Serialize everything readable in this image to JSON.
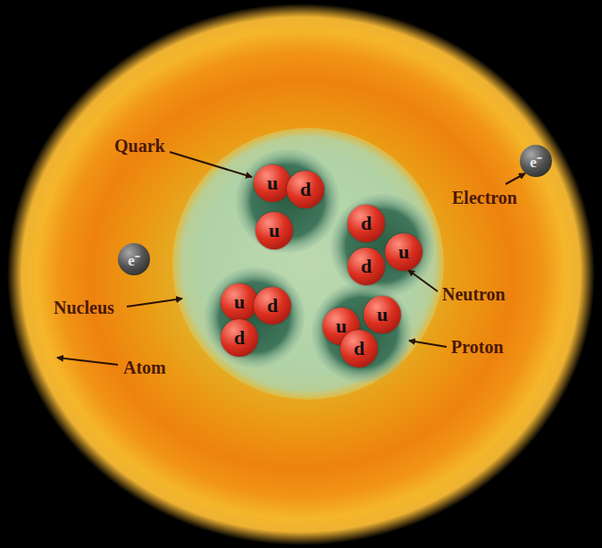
{
  "diagram": {
    "nodes": [
      {
        "text": [
          "Atom"
        ]
      },
      {
        "text": [
          "Nucleus"
        ],
        "in": 0
      },
      {
        "text": [
          "u"
        ],
        "in": 1
      },
      {
        "text": [
          "d"
        ],
        "in": 1
      },
      {
        "text": [
          "u"
        ],
        "in": 1
      },
      {
        "text": [
          "d"
        ],
        "in": 1
      },
      {
        "text": [
          "u"
        ],
        "in": 1
      },
      {
        "text": [
          "d"
        ],
        "in": 1
      },
      {
        "text": [
          "u"
        ],
        "in": 1
      },
      {
        "text": [
          "d"
        ],
        "in": 1
      },
      {
        "text": [
          "d"
        ],
        "in": 1
      },
      {
        "text": [
          "u"
        ],
        "in": 1
      },
      {
        "text": [
          "u"
        ],
        "in": 1
      },
      {
        "text": [
          "d"
        ],
        "in": 1
      },
      {
        "text": [
          "e⁻"
        ],
        "in": 0
      },
      {
        "text": [
          "e⁻"
        ],
        "in": 0
      }
    ],
    "labels": [
      "Quark",
      "Electron",
      "Neutron",
      "Proton"
    ]
  }
}
